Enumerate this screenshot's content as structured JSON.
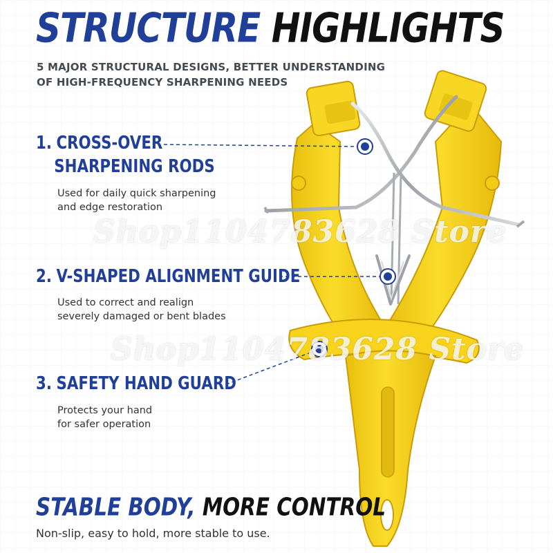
{
  "header": {
    "title_part1": "STRUCTURE",
    "title_part2": "HIGHLIGHTS",
    "subtitle_line1": "5 MAJOR STRUCTURAL DESIGNS, BETTER UNDERSTANDING",
    "subtitle_line2": "OF HIGH-FREQUENCY SHARPENING NEEDS"
  },
  "features": [
    {
      "number": "1.",
      "title_line1": "CROSS-OVER",
      "title_line2": "SHARPENING RODS",
      "desc_line1": "Used for daily quick sharpening",
      "desc_line2": "and edge restoration"
    },
    {
      "number": "2.",
      "title_line1": "V-SHAPED ALIGNMENT GUIDE",
      "desc_line1": "Used to correct and realign",
      "desc_line2": "severely damaged or bent blades"
    },
    {
      "number": "3.",
      "title_line1": "SAFETY HAND GUARD",
      "desc_line1": "Protects your hand",
      "desc_line2": "for safer operation"
    }
  ],
  "footer": {
    "title_part1": "STABLE BODY,",
    "title_part2": "MORE CONTROL",
    "desc": "Non-slip, easy to hold, more stable to use."
  },
  "watermark": {
    "text": "Shop1104783628 Store"
  },
  "colors": {
    "brand_blue": "#1f3f99",
    "product_yellow": "#f7d51d",
    "metal": "#b9bcc2"
  },
  "icons": [
    "callout-dot-icon",
    "sharpener-product-illustration"
  ]
}
